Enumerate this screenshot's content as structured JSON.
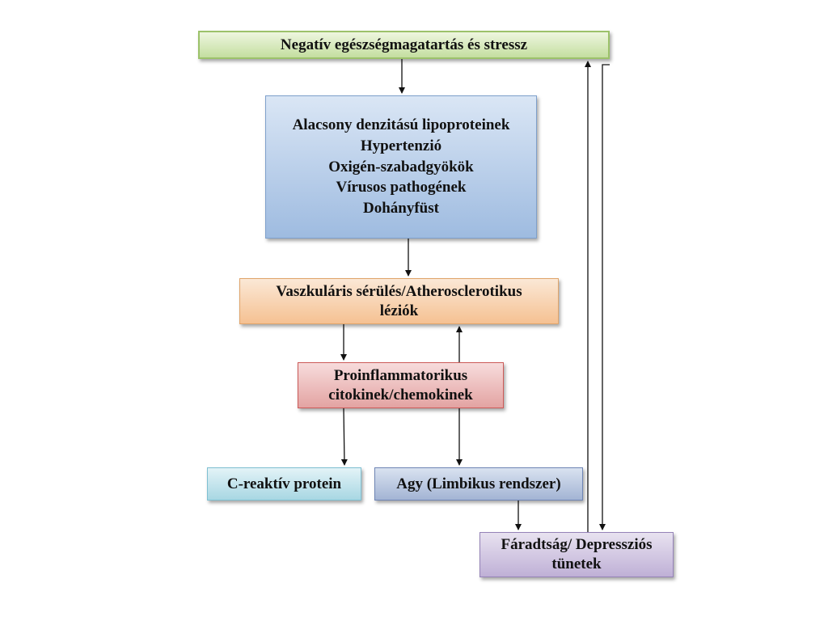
{
  "diagram": {
    "top": {
      "text": "Negatív egészségmagatartás és stressz"
    },
    "risk_factors": {
      "lines": [
        "Alacsony denzitású lipoproteinek",
        "Hypertenzió",
        "Oxigén-szabadgyökök",
        "Vírusos pathogének",
        "Dohányfüst"
      ]
    },
    "vascular": {
      "lines": [
        "Vaszkuláris sérülés/Atherosclerotikus",
        "léziók"
      ]
    },
    "cytokines": {
      "lines": [
        "Proinflammatorikus",
        "citokinek/chemokinek"
      ]
    },
    "crp": {
      "text": "C-reaktív protein"
    },
    "brain": {
      "text": "Agy (Limbikus rendszer)"
    },
    "fatigue": {
      "lines": [
        "Fáradtság/ Depressziós",
        "tünetek"
      ]
    }
  },
  "colors": {
    "top_fill": "#c4dea0",
    "risk_fill": "#9ebbe0",
    "vascular_fill": "#f5c192",
    "cytokine_fill": "#e3a3a2",
    "crp_fill": "#a8d7e3",
    "brain_fill": "#a3b4d4",
    "fatigue_fill": "#bfb0d6",
    "arrow": "#111111"
  }
}
